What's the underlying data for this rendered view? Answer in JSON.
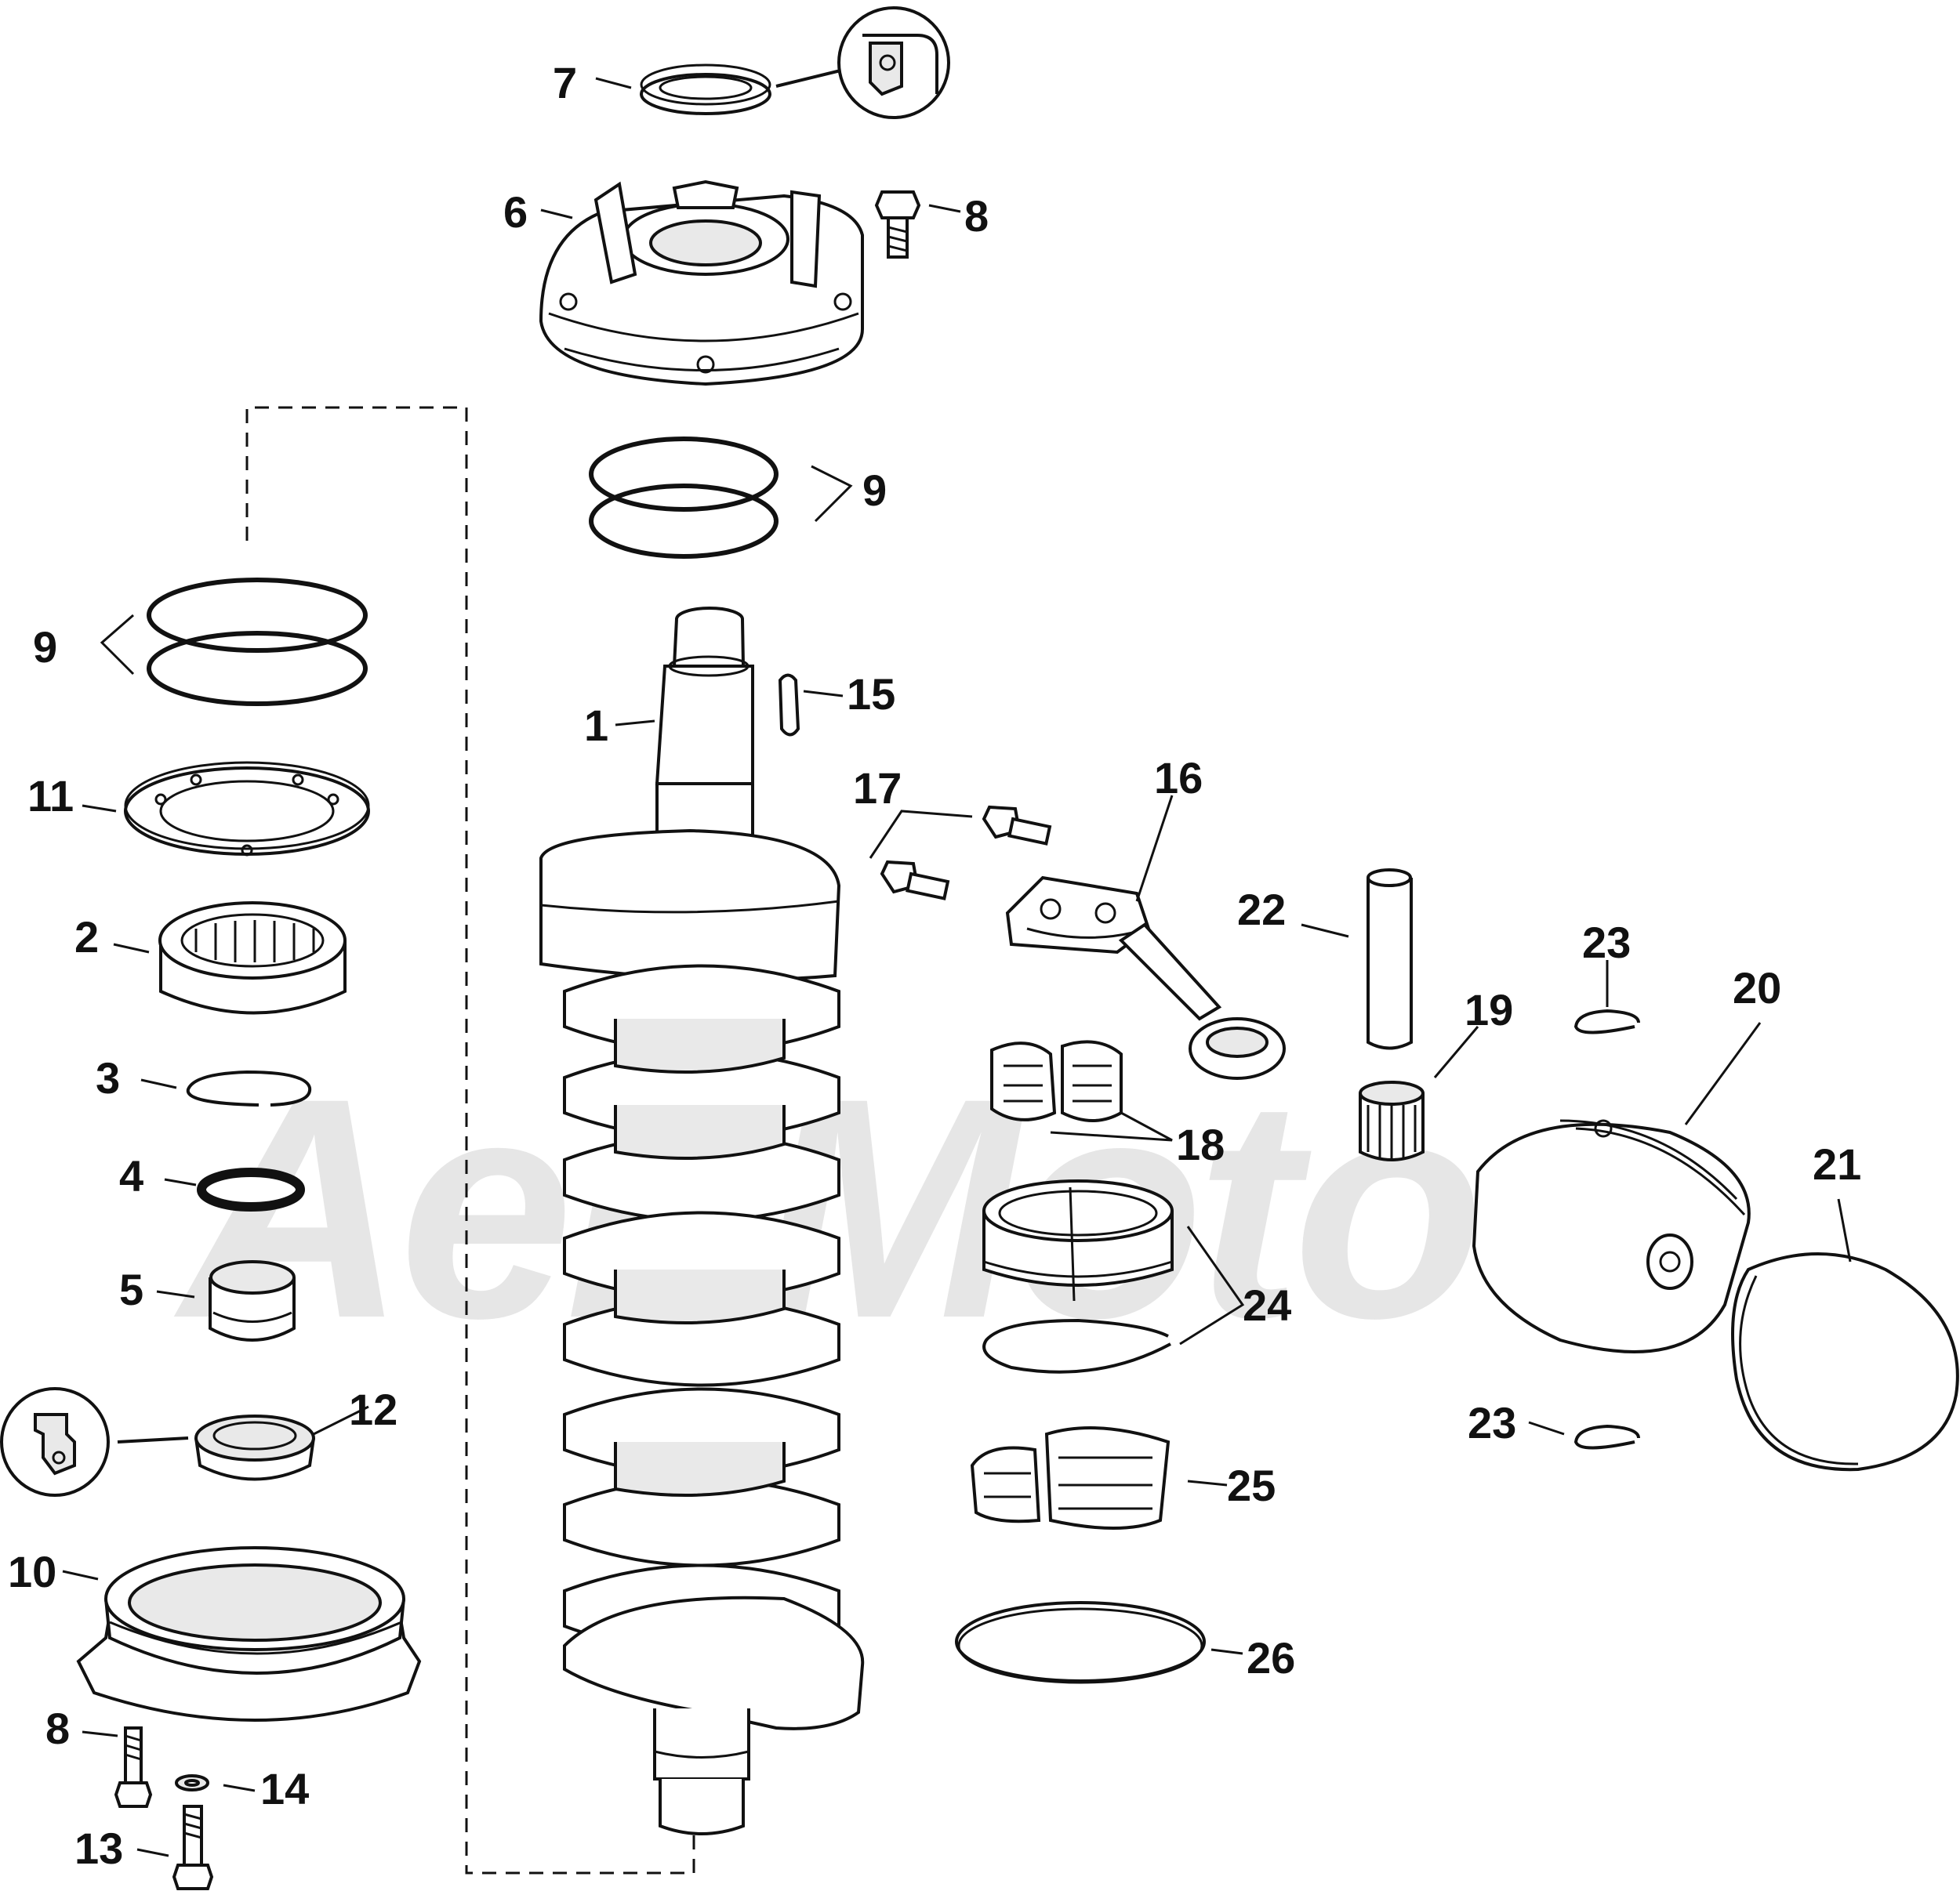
{
  "watermark": {
    "text": "AeriMoto"
  },
  "labels": [
    {
      "id": "7",
      "text": "7"
    },
    {
      "id": "6",
      "text": "6"
    },
    {
      "id": "8a",
      "text": "8"
    },
    {
      "id": "9a",
      "text": "9"
    },
    {
      "id": "9b",
      "text": "9"
    },
    {
      "id": "15",
      "text": "15"
    },
    {
      "id": "1",
      "text": "1"
    },
    {
      "id": "17",
      "text": "17"
    },
    {
      "id": "16",
      "text": "16"
    },
    {
      "id": "11",
      "text": "11"
    },
    {
      "id": "2",
      "text": "2"
    },
    {
      "id": "22",
      "text": "22"
    },
    {
      "id": "23a",
      "text": "23"
    },
    {
      "id": "20",
      "text": "20"
    },
    {
      "id": "19",
      "text": "19"
    },
    {
      "id": "3",
      "text": "3"
    },
    {
      "id": "18",
      "text": "18"
    },
    {
      "id": "4",
      "text": "4"
    },
    {
      "id": "21",
      "text": "21"
    },
    {
      "id": "5",
      "text": "5"
    },
    {
      "id": "24",
      "text": "24"
    },
    {
      "id": "12",
      "text": "12"
    },
    {
      "id": "23b",
      "text": "23"
    },
    {
      "id": "25",
      "text": "25"
    },
    {
      "id": "10",
      "text": "10"
    },
    {
      "id": "26",
      "text": "26"
    },
    {
      "id": "8b",
      "text": "8"
    },
    {
      "id": "14",
      "text": "14"
    },
    {
      "id": "13",
      "text": "13"
    }
  ]
}
